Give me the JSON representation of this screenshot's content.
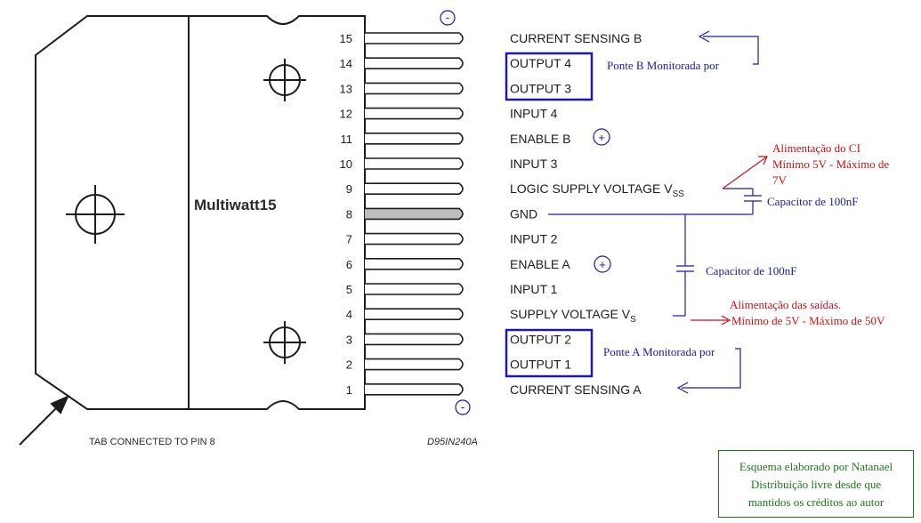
{
  "package": {
    "name": "Multiwatt15",
    "tab_note": "TAB CONNECTED TO PIN 8",
    "code": "D95IN240A"
  },
  "pins": [
    {
      "number": "15",
      "label": "CURRENT SENSING B",
      "sub": ""
    },
    {
      "number": "14",
      "label": "OUTPUT 4",
      "sub": ""
    },
    {
      "number": "13",
      "label": "OUTPUT 3",
      "sub": ""
    },
    {
      "number": "12",
      "label": "INPUT 4",
      "sub": ""
    },
    {
      "number": "11",
      "label": "ENABLE B",
      "sub": ""
    },
    {
      "number": "10",
      "label": "INPUT 3",
      "sub": ""
    },
    {
      "number": "9",
      "label": "LOGIC SUPPLY VOLTAGE V",
      "sub": "SS"
    },
    {
      "number": "8",
      "label": "GND",
      "sub": ""
    },
    {
      "number": "7",
      "label": "INPUT 2",
      "sub": ""
    },
    {
      "number": "6",
      "label": "ENABLE A",
      "sub": ""
    },
    {
      "number": "5",
      "label": "INPUT 1",
      "sub": ""
    },
    {
      "number": "4",
      "label": "SUPPLY VOLTAGE V",
      "sub": "S"
    },
    {
      "number": "3",
      "label": "OUTPUT 2",
      "sub": ""
    },
    {
      "number": "2",
      "label": "OUTPUT 1",
      "sub": ""
    },
    {
      "number": "1",
      "label": "CURRENT SENSING A",
      "sub": ""
    }
  ],
  "signs": {
    "minus": "-",
    "plus": "+"
  },
  "annotations": {
    "bridge_b": "Ponte B   Monitorada por",
    "bridge_a": "Ponte A  Monitorada por",
    "logic_supply": [
      "Alimentação do CI",
      "Mínimo 5V - Máximo de",
      "7V"
    ],
    "capacitor_1": "Capacitor de 100nF",
    "capacitor_2": "Capacitor de 100nF",
    "output_supply": [
      "Alimentação das saídas.",
      "Mínimo de 5V - Máximo de 50V"
    ]
  },
  "credits": [
    "Esquema elaborado por Natanael",
    "Distribuição livre desde que",
    "mantidos os créditos ao autor"
  ],
  "colors": {
    "ink": "#1c1c1c",
    "annotation_blue": "#1a1aa6",
    "annotation_red": "#cc1111",
    "credit_green": "#1a7a1a"
  }
}
